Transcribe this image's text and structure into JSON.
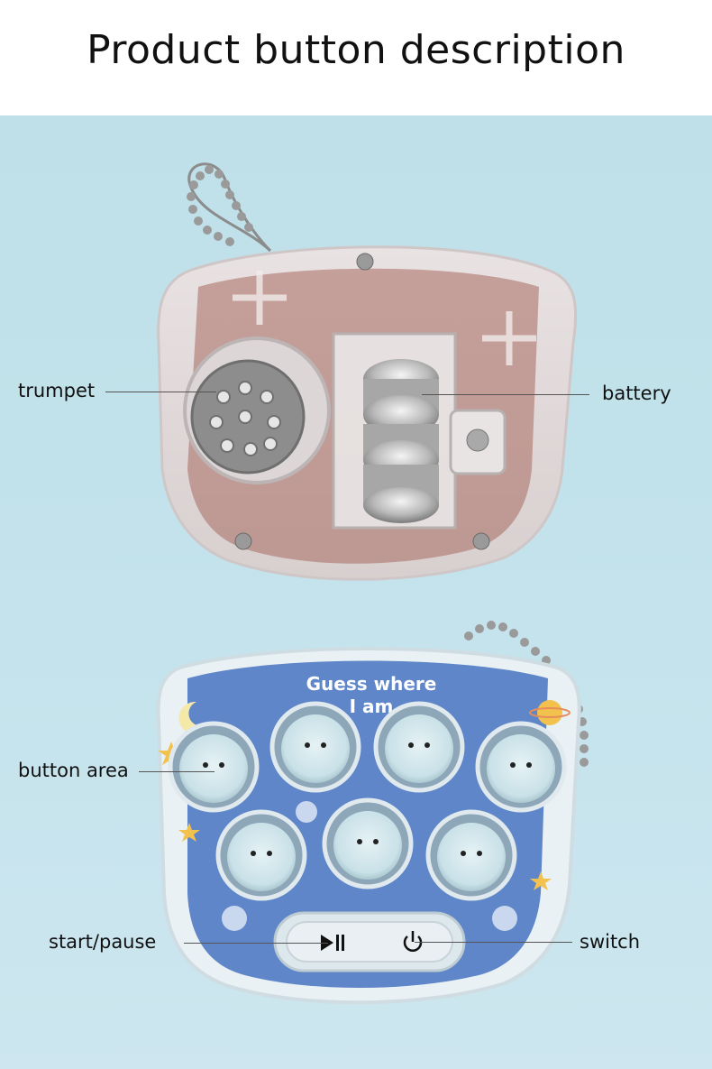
{
  "title": "Product button description",
  "device_print": {
    "line1": "Guess where",
    "line2": "I am"
  },
  "labels": {
    "trumpet": "trumpet",
    "battery": "battery",
    "button_area": "button area",
    "start_pause": "start/pause",
    "switch": "switch"
  },
  "icons": {
    "play_pause": "play-pause-icon",
    "power": "power-icon"
  },
  "colors": {
    "background": "#c2e2eb",
    "device_blue": "#5e86c9",
    "mole_button": "#cfe6ee"
  }
}
